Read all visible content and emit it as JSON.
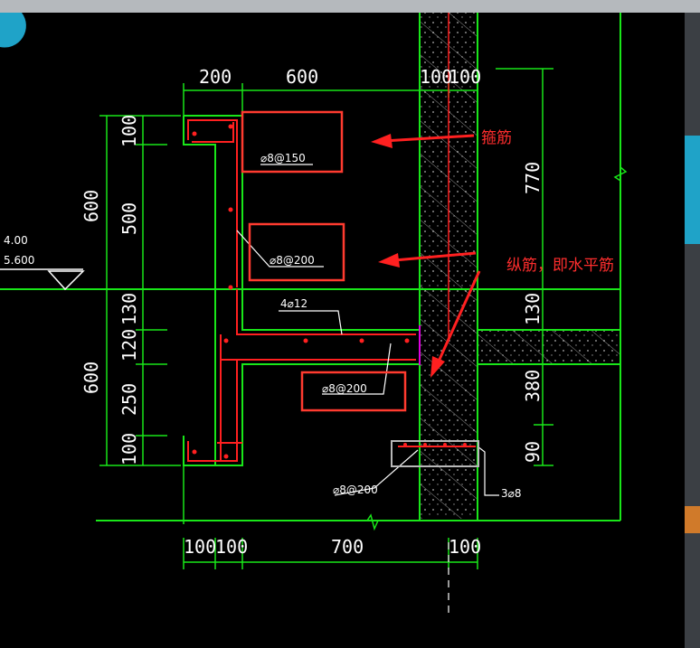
{
  "colors": {
    "background": "#000000",
    "frame": "#9aa0a6",
    "dimension": "#19e619",
    "rebar": "#ff2020",
    "text": "#ffffff",
    "annotation": "#ff2d2d",
    "highlight_box": "#ff3b2f",
    "magenta": "#e000e0"
  },
  "top_dims": {
    "d1": "200",
    "d2": "600",
    "d3": "100",
    "d4": "100"
  },
  "left_outer_dims": {
    "upper": "600",
    "lower": "600"
  },
  "left_inner_dims": {
    "a": "100",
    "b": "500",
    "c": "130",
    "d": "120",
    "e": "250",
    "f": "100"
  },
  "right_dims": {
    "a": "770",
    "b": "130",
    "c": "380",
    "d": "90"
  },
  "bottom_dims": {
    "a": "100",
    "b": "100",
    "c": "700",
    "d": "100"
  },
  "level": {
    "label_top": "4.00",
    "label_bottom": "5.600"
  },
  "rebar_notes": {
    "stirrup_1": "⌀8@150",
    "stirrup_2": "⌀8@200",
    "stirrup_3": "⌀8@200",
    "bottom": "⌀8@200",
    "middle": "4⌀12",
    "right_tag": "3⌀8"
  },
  "annotations": {
    "stirrup": "箍筋",
    "longitudinal": "纵筋，即水平筋"
  }
}
